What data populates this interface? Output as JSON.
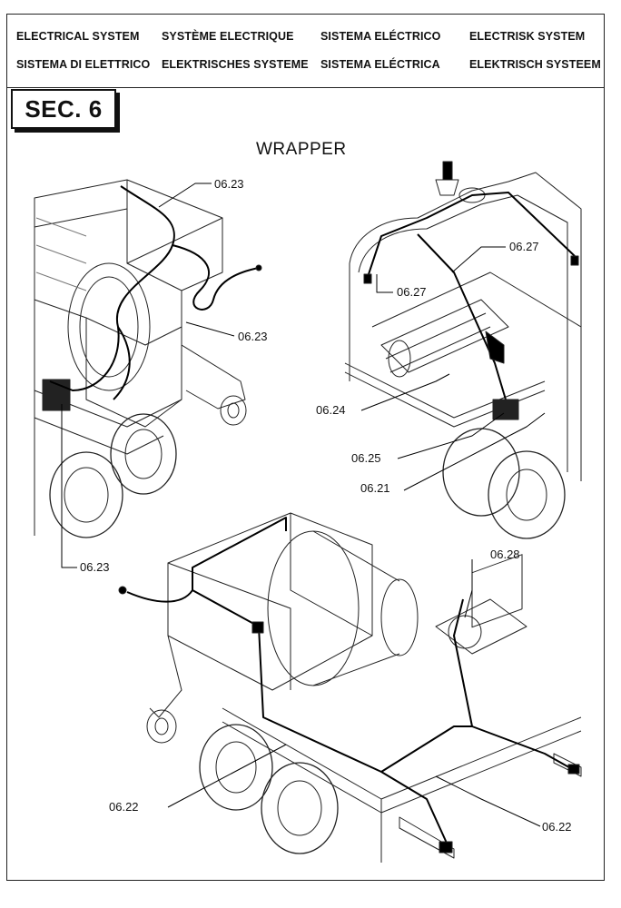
{
  "header": {
    "row1": [
      "ELECTRICAL SYSTEM",
      "SYSTÈME ELECTRIQUE",
      "SISTEMA ELÉCTRICO",
      "ELECTRISK SYSTEM"
    ],
    "row2": [
      "SISTEMA DI ELETTRICO",
      "ELEKTRISCHES SYSTEME",
      "SISTEMA ELÉCTRICA",
      "ELEKTRISCH SYSTEEM"
    ]
  },
  "section_label": "SEC. 6",
  "diagram_title": "WRAPPER",
  "callouts": {
    "c1": "06.23",
    "c2": "06.23",
    "c3": "06.23",
    "c4": "06.27",
    "c5": "06.27",
    "c6": "06.24",
    "c7": "06.25",
    "c8": "06.21",
    "c9": "06.28",
    "c10": "06.22",
    "c11": "06.22"
  }
}
